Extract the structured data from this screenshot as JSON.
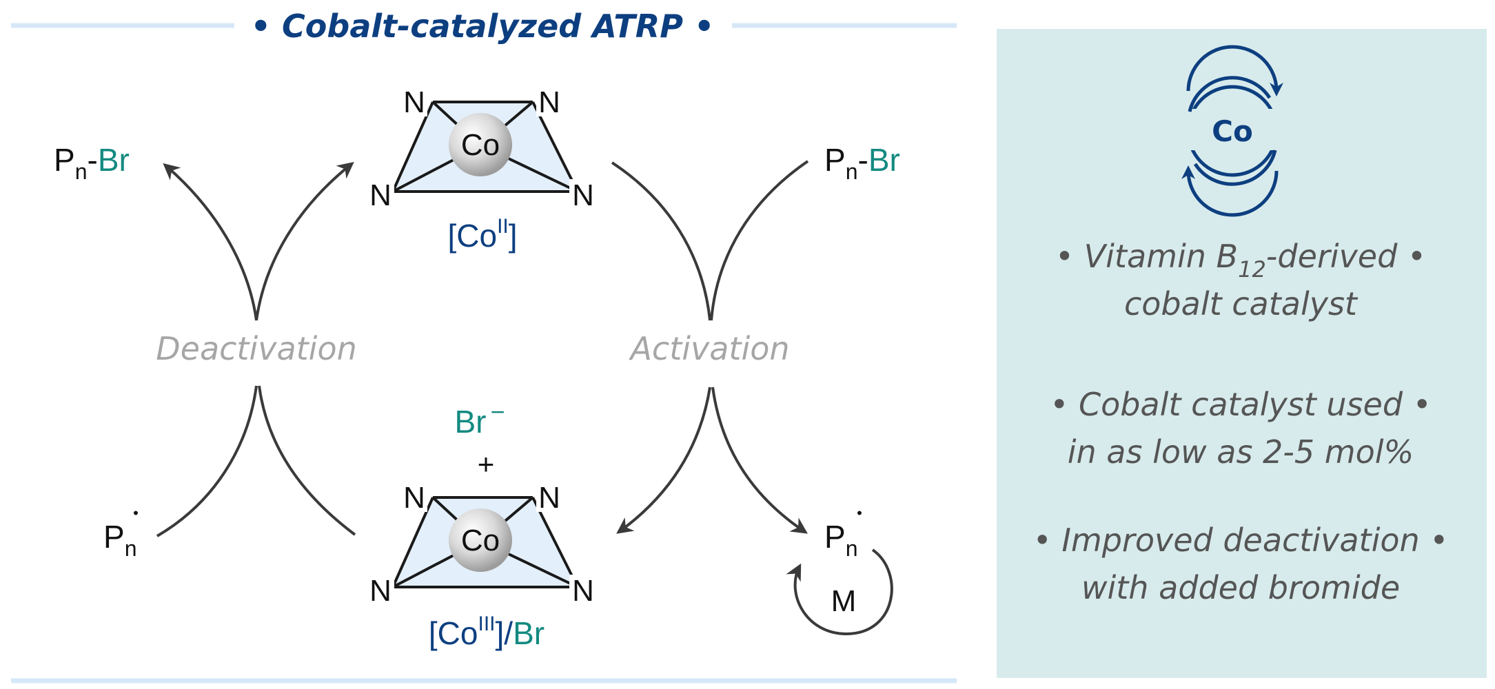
{
  "title": "• Cobalt-catalyzed ATRP •",
  "top_complex": {
    "atoms": [
      "N",
      "N",
      "N",
      "N"
    ],
    "metal": "Co",
    "label_main": "[Co",
    "label_sup": "II",
    "label_close": "]"
  },
  "bottom_complex": {
    "atoms": [
      "N",
      "N",
      "N",
      "N"
    ],
    "metal": "Co",
    "label_main": "[Co",
    "label_sup": "III",
    "label_close": "]",
    "label_slash": "/",
    "label_br": "Br",
    "bromide": "Br",
    "bromide_charge": "−",
    "plus": "+"
  },
  "left": {
    "product_p": "P",
    "product_sub": "n",
    "product_dash": "-",
    "product_br": "Br",
    "step_label": "Deactivation",
    "radical_p": "P",
    "radical_sub": "n",
    "radical_dot": "•"
  },
  "right": {
    "reactant_p": "P",
    "reactant_sub": "n",
    "reactant_dash": "-",
    "reactant_br": "Br",
    "step_label": "Activation",
    "radical_p": "P",
    "radical_sub": "n",
    "radical_dot": "•",
    "monomer": "M"
  },
  "panel": {
    "icon_label": "Co",
    "b1_line1_pre": "• Vitamin B",
    "b1_line1_sub": "12",
    "b1_line1_post": "-derived •",
    "b1_line2": "cobalt catalyst",
    "b2_line1": "• Cobalt catalyst used •",
    "b2_line2": "in as low as 2-5 mol%",
    "b3_line1": "• Improved deactivation •",
    "b3_line2": "with added bromide"
  },
  "colors": {
    "navy": "#0d3f80",
    "teal": "#138a80",
    "grey": "#a6a6a6",
    "panel": "#d8ebec",
    "rule": "#d6e8f7",
    "ring": "#e3effa"
  }
}
